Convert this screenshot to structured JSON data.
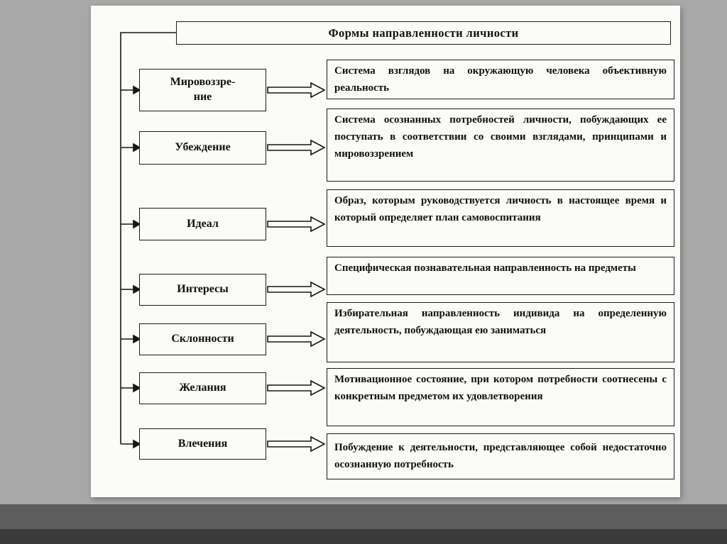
{
  "slide": {
    "title": "Формы направленности личности"
  },
  "diagram": {
    "rows": [
      {
        "term": "Мировоззре-\nние",
        "definition": "Система взглядов на окружающую человека объективную реальность"
      },
      {
        "term": "Убеждение",
        "definition": "Система осознанных потребностей личности, побуждающих ее поступать в соответствии со своими взглядами, принципами и мировоззрением"
      },
      {
        "term": "Идеал",
        "definition": "Образ, которым руководствуется личность в настоящее время и который определяет план самовоспитания"
      },
      {
        "term": "Интересы",
        "definition": "Специфическая познавательная направленность на предметы"
      },
      {
        "term": "Склонности",
        "definition": "Избирательная направленность индивида на определенную деятельность, побуждающая ею заниматься"
      },
      {
        "term": "Желания",
        "definition": "Мотивационное состояние, при котором потребности соотнесены с конкретным предметом их удовлетворения"
      },
      {
        "term": "Влечения",
        "definition": "Побуждение к деятельности, представляющее собой недостаточно осознанную потребность"
      }
    ],
    "colors": {
      "border": "#1b1b1b",
      "page_bg": "#fbfbf8",
      "slide_bg": "#a8a8a8",
      "strip_mid": "#5d5d5d",
      "strip_bottom": "#3a3a3a"
    }
  }
}
